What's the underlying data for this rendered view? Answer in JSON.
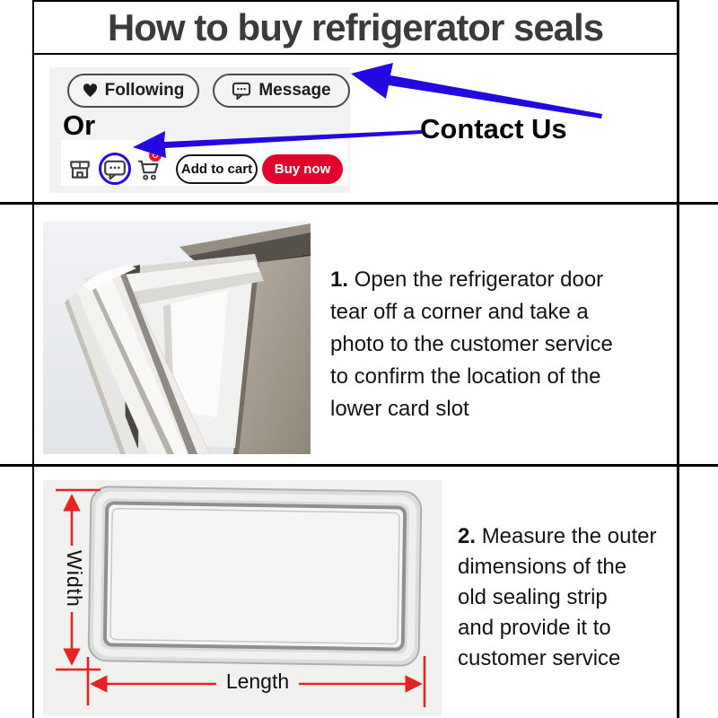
{
  "title": "How to buy refrigerator seals",
  "seller_bar": {
    "following_label": "Following",
    "message_label": "Message",
    "or_label": "Or",
    "contact_us_label": "Contact Us",
    "add_to_cart_label": "Add to cart",
    "buy_now_label": "Buy now",
    "icons": {
      "heart": "heart-icon",
      "message_bubble": "chat-bubble-icon",
      "store": "storefront-icon",
      "chat_circled": "chat-bubble-icon (circled in blue)",
      "cart": "shopping-cart-icon",
      "cart_badge": "notification-badge"
    },
    "annotations": {
      "arrow_1": "blue arrow pointing to Message button",
      "arrow_2": "blue arrow pointing to circled chat icon"
    }
  },
  "steps": {
    "step1": {
      "number": "1.",
      "line1": "Open the refrigerator door",
      "line2": "tear off a corner and take a",
      "line3": "photo to the customer service",
      "line4": "to confirm the location of the",
      "line5": "lower card slot"
    },
    "step2": {
      "number": "2.",
      "line1": "Measure the outer",
      "line2": "dimensions of the",
      "line3": "old sealing strip",
      "line4": "and provide it to",
      "line5": "customer service"
    }
  },
  "diagram": {
    "width_label": "Width",
    "length_label": "Length"
  },
  "colors": {
    "title_text": "#3b3b3b",
    "border_black": "#000000",
    "panel_gray": "#f2f2f3",
    "annotation_blue": "#2408e0",
    "buy_now_red": "#e1032c",
    "badge_red": "#e8132b",
    "dimension_red": "#e62222",
    "fridge_photo_bg": "#e9ecef",
    "seal_photo_bg": "#f1f1f0"
  }
}
